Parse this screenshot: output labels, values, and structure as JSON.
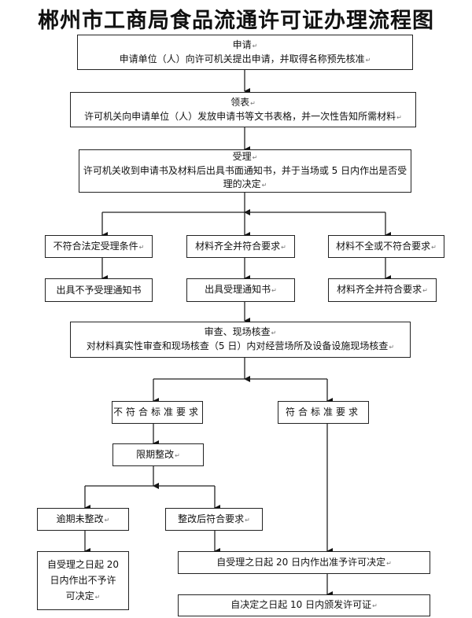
{
  "title": "郴州市工商局食品流通许可证办理流程图",
  "steps": {
    "apply": {
      "heading": "申请",
      "text": "申请单位（人）向许可机关提出申请，并取得名称预先核准"
    },
    "collect_forms": {
      "heading": "领表",
      "text": "许可机关向申请单位（人）发放申请书等文书表格，并一次性告知所需材料"
    },
    "accept": {
      "heading": "受理",
      "text_line1": "许可机关收到申请书及材料后出具书面通知书，并于当场或 5 日内作出是否受",
      "text_line2": "理的决定"
    },
    "branch_not_legal": "不符合法定受理条件",
    "branch_complete": "材料齐全并符合要求",
    "branch_incomplete": "材料不全或不符合要求",
    "notice_reject": "出具不予受理通知书",
    "notice_accept": "出具受理通知书",
    "complete_again": "材料齐全并符合要求",
    "review": {
      "heading": "审查、现场核查",
      "text": "对材料真实性审查和现场核查（5 日）内对经营场所及设备设施现场核查"
    },
    "not_meet_standard": "不符合标准要求",
    "meet_standard": "符合标准要求",
    "rectify": "限期整改",
    "overdue": "逾期未整改",
    "rectified_ok": "整改后符合要求",
    "deny_decision": {
      "line1": "自受理之日起 20",
      "line2": "日内作出不予许",
      "line3": "可决定"
    },
    "grant_decision": "自受理之日起 20 日内作出准予许可决定",
    "issue_license": "自决定之日起 10 日内颁发许可证"
  }
}
